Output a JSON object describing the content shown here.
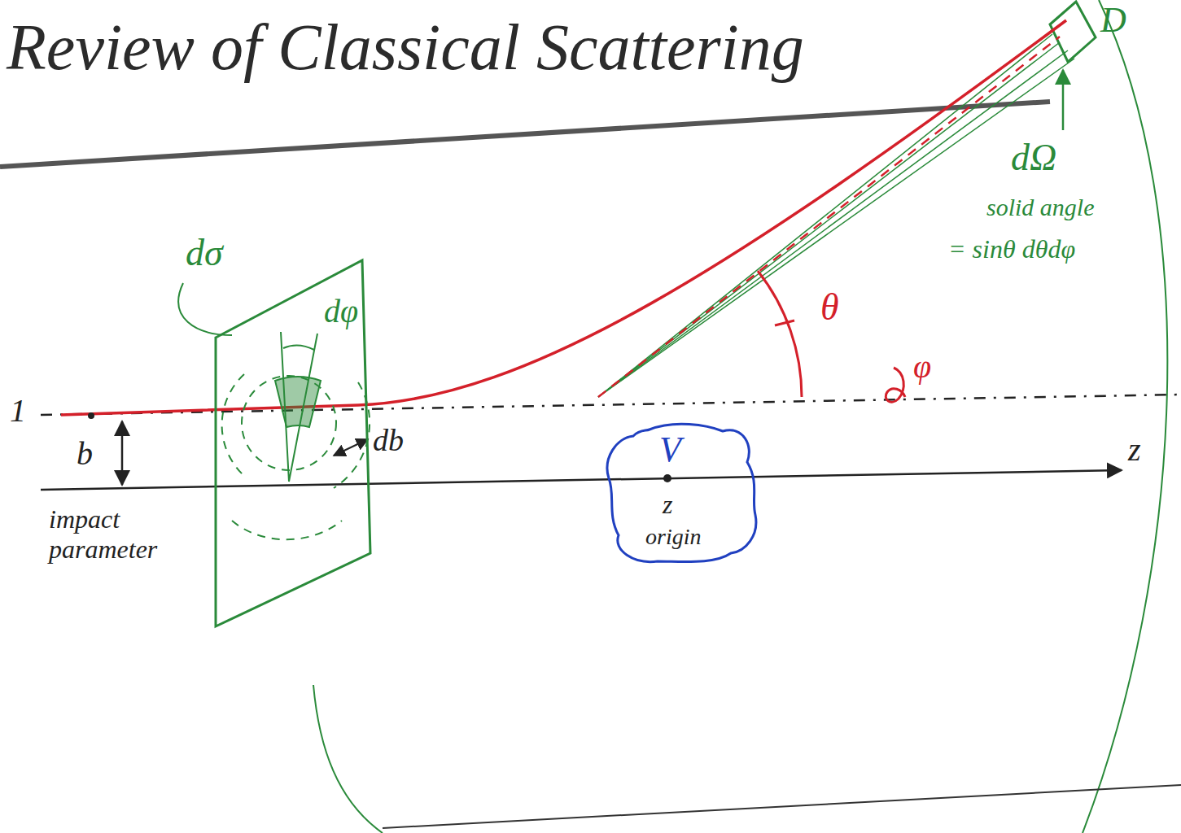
{
  "diagram": {
    "title": "Review of Classical Scattering",
    "nodes": [
      {
        "text": [
          "dφ"
        ]
      },
      {
        "text": [
          "V",
          "z",
          "origin"
        ]
      }
    ],
    "labels": [
      "D",
      "dΩ",
      "solid angle",
      "= sinθ dθdφ",
      "dσ",
      "1",
      "b",
      "db",
      "impact parameter",
      "θ",
      "φ",
      "z"
    ]
  }
}
